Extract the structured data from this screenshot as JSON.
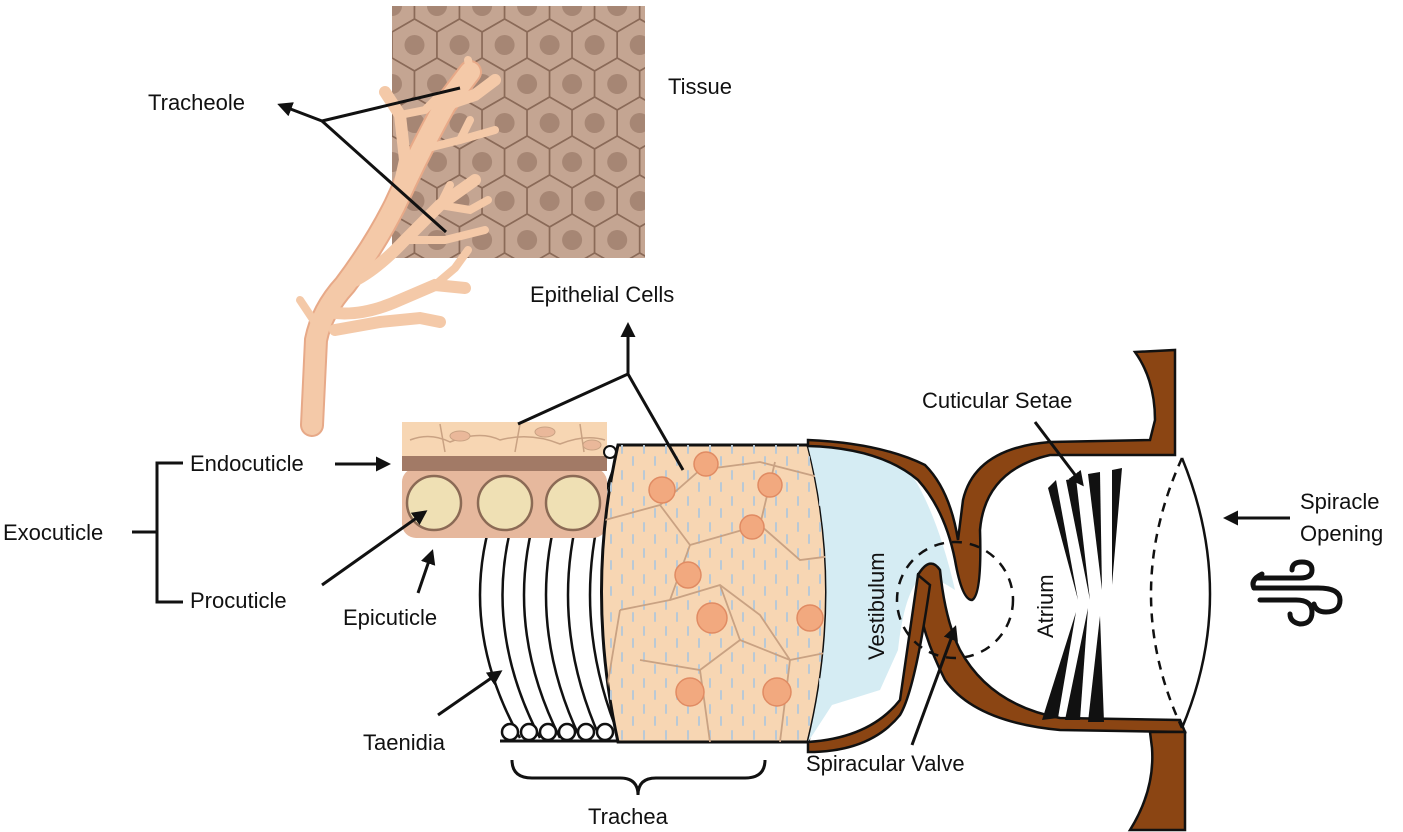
{
  "labels": {
    "tracheole": "Tracheole",
    "tissue": "Tissue",
    "epithelial_cells": "Epithelial Cells",
    "endocuticle": "Endocuticle",
    "exocuticle": "Exocuticle",
    "procuticle": "Procuticle",
    "epicuticle": "Epicuticle",
    "taenidia": "Taenidia",
    "trachea": "Trachea",
    "vestibulum": "Vestibulum",
    "atrium": "Atrium",
    "cuticular_setae": "Cuticular Setae",
    "spiracular_valve": "Spiracular Valve",
    "spiracle_opening_line1": "Spiracle",
    "spiracle_opening_line2": "Opening"
  },
  "colors": {
    "tissue_fill": "#c4a592",
    "tissue_cell_edge": "#8a6a58",
    "tissue_nucleus": "#a68674",
    "tracheole_fill": "#f4c9a8",
    "epithelium_fill": "#f7d6b3",
    "epithelium_nucleus": "#f2a97f",
    "endocuticle_band": "#a27a66",
    "procuticle_fill": "#efe0b4",
    "procuticle_outer": "#e6b89d",
    "cuticle_brown": "#8b4513",
    "vestibulum_fill": "#d5ecf3",
    "ink": "#111111"
  },
  "icons": {
    "wind": "wind-icon"
  }
}
